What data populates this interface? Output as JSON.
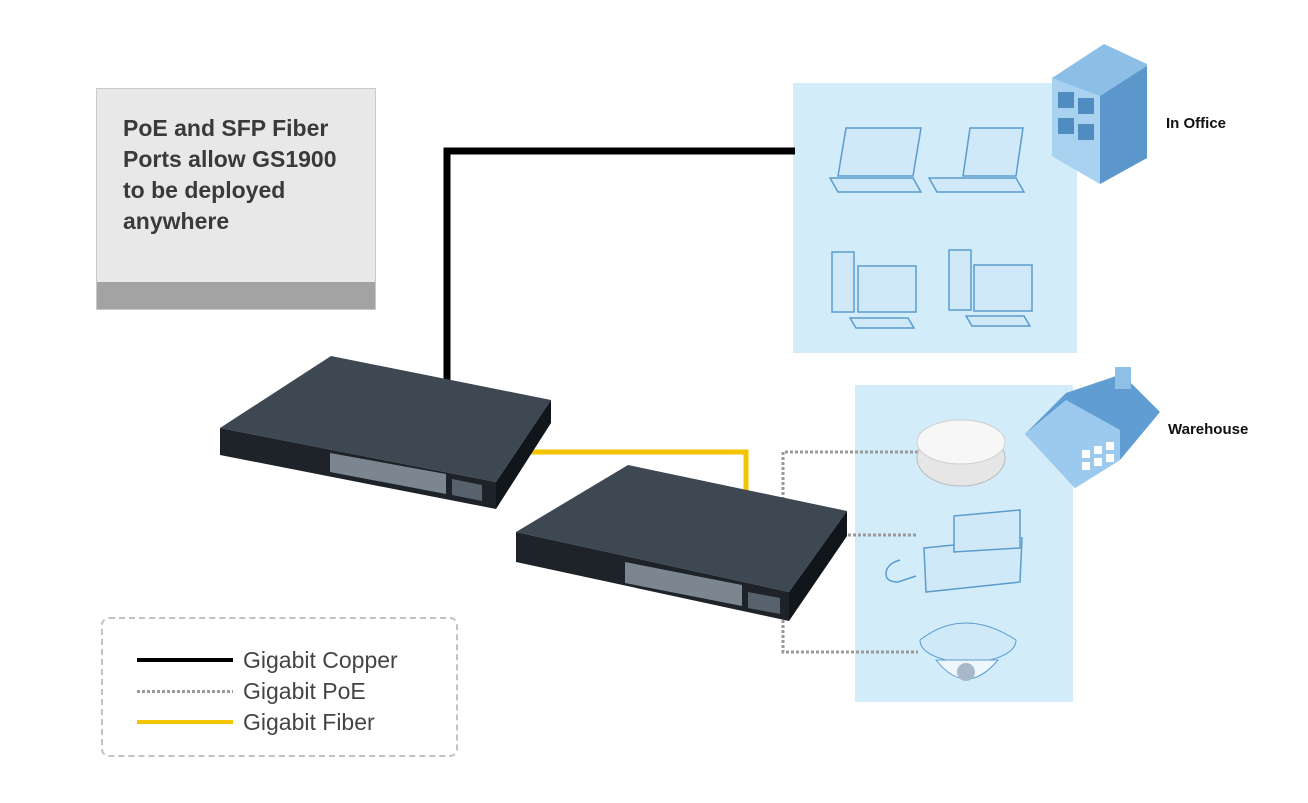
{
  "callout": {
    "text": "PoE and SFP Fiber\nPorts allow GS1900\nto be deployed\nanywhere"
  },
  "sites": {
    "office": {
      "label": "In Office"
    },
    "warehouse": {
      "label": "Warehouse"
    }
  },
  "legend": {
    "copper": {
      "label": "Gigabit Copper",
      "color": "#000000"
    },
    "poe": {
      "label": "Gigabit PoE",
      "color": "#9a9a9a"
    },
    "fiber": {
      "label": "Gigabit Fiber",
      "color": "#f5c400"
    }
  },
  "colors": {
    "zone_fill": "#d3ecfa",
    "device_fill": "#cfe9f8",
    "device_stroke": "#5b9ccf",
    "building": "#6aa6d8"
  }
}
